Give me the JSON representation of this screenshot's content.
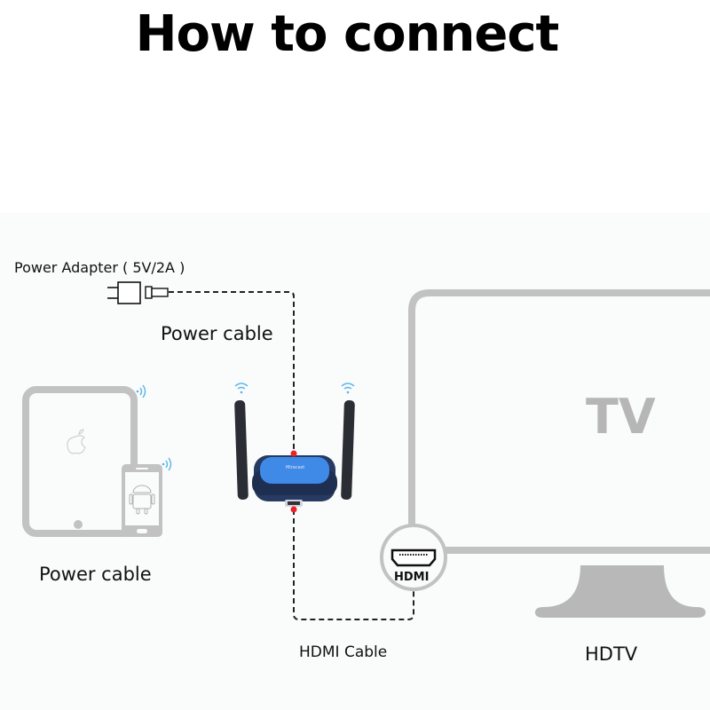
{
  "title": "How to connect",
  "labels": {
    "power_adapter": "Power Adapter ( 5V/2A )",
    "power_cable_top": "Power cable",
    "power_cable_bottom": "Power cable",
    "hdmi_cable": "HDMI Cable",
    "hdtv": "HDTV"
  },
  "tv": {
    "screen_text": "TV"
  },
  "hdmi_port": {
    "label": "HDMI"
  },
  "device": {
    "brand": "Miracast",
    "top_color": "#3f8ae6",
    "body_color": "#263a62"
  },
  "colors": {
    "outline_gray": "#c2c2c2",
    "wifi_blue": "#5ab4ec",
    "connector_red": "#e8242a",
    "cable_black": "#222222"
  },
  "icons": [
    "power-adapter-icon",
    "usb-plug-icon",
    "tablet-icon",
    "apple-logo-icon",
    "phone-icon",
    "android-logo-icon",
    "wifi-signal-icon",
    "hdmi-port-icon",
    "tv-icon",
    "tv-stand-icon",
    "wireless-display-receiver"
  ]
}
